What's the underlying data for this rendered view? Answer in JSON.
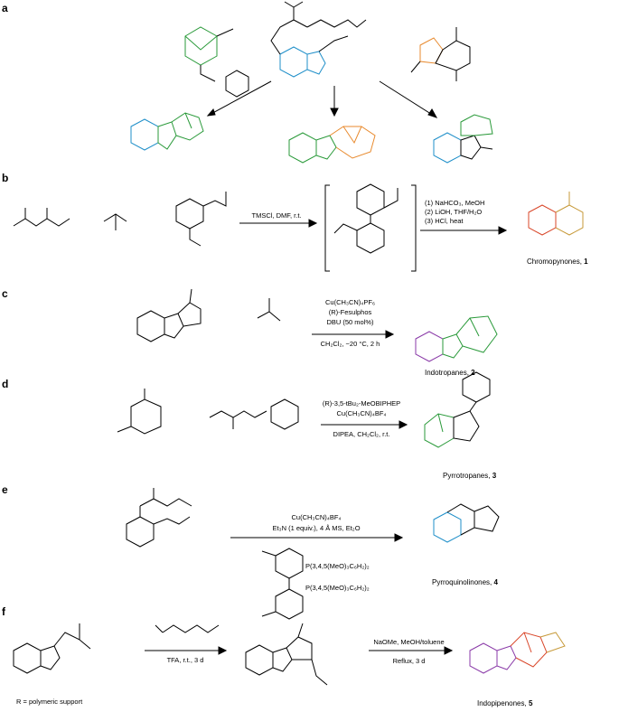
{
  "panels": [
    "a",
    "b",
    "c",
    "d",
    "e",
    "f"
  ],
  "colors": {
    "blue": "#1f8fc9",
    "green": "#2a9a3a",
    "orange": "#e88a2e",
    "red": "#d9472a",
    "purple": "#8a3aa8",
    "gold": "#c79a3a"
  },
  "panel_b": {
    "reagents": "TMSCl, DMF, r.t.",
    "steps": [
      "(1) NaHCO₃, MeOH",
      "(2) LiOH, THF/H₂O",
      "(3) HCl, heat"
    ],
    "product": "Chromopynones,",
    "number": "1"
  },
  "panel_c": {
    "reagents": [
      "Cu(CH₃CN)₄PF₆",
      "(R)-Fesulphos",
      "DBU (50 mol%)"
    ],
    "conditions": "CH₂Cl₂, −20 °C, 2 h",
    "product": "Indotropanes,",
    "number": "2"
  },
  "panel_d": {
    "reagents": [
      "(R)-3,5-tBu₂-MeOBIPHEP",
      "Cu(CH₃CN)₄BF₄"
    ],
    "conditions": "DIPEA, CH₂Cl₂, r.t.",
    "product": "Pyrrotropanes,",
    "number": "3"
  },
  "panel_e": {
    "reagents": [
      "Cu(CH₃CN)₄BF₄",
      "Et₃N (1 equiv.), 4 Å MS, Et₂O"
    ],
    "ligand": [
      "P(3,4,5(MeO)₃C₆H₂)₂",
      "P(3,4,5(MeO)₃C₆H₂)₂"
    ],
    "product": "Pyrroquinolinones,",
    "number": "4"
  },
  "panel_f": {
    "reagents1": "TFA, r.t., 3 d",
    "reagents2": [
      "NaOMe, MeOH/toluene",
      "Reflux, 3 d"
    ],
    "footnote": "R = polymeric support",
    "product": "Indopipenones,",
    "number": "5"
  }
}
